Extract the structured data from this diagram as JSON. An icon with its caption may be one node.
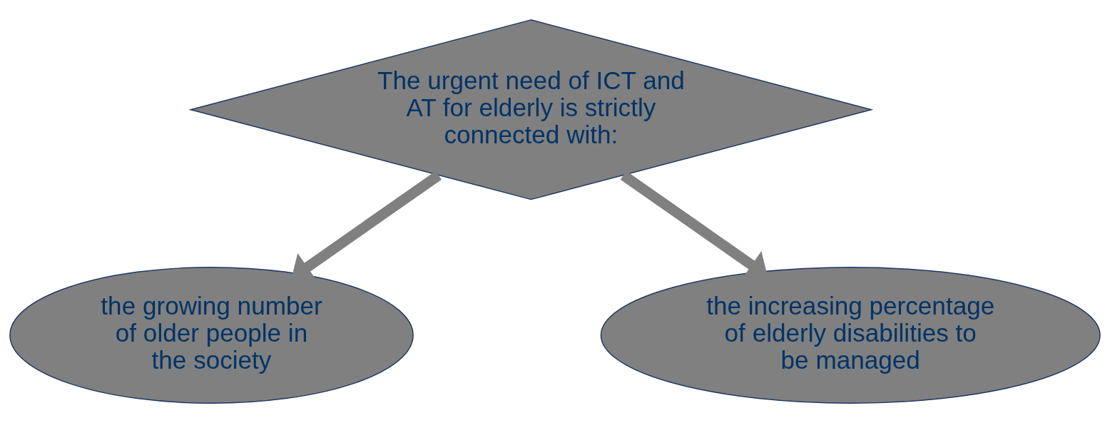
{
  "diagram": {
    "nodes": [
      {
        "text": [
          "The urgent need of ICT and AT for elderly is strictly connected with:"
        ]
      },
      {
        "text": [
          "the growing number of older people in the society"
        ]
      },
      {
        "text": [
          "the increasing percentage of elderly disabilities to be managed"
        ]
      }
    ],
    "edges": [
      {
        "from": 0,
        "to": 1,
        "arrow": "to"
      },
      {
        "from": 0,
        "to": 2,
        "arrow": "to"
      }
    ]
  }
}
